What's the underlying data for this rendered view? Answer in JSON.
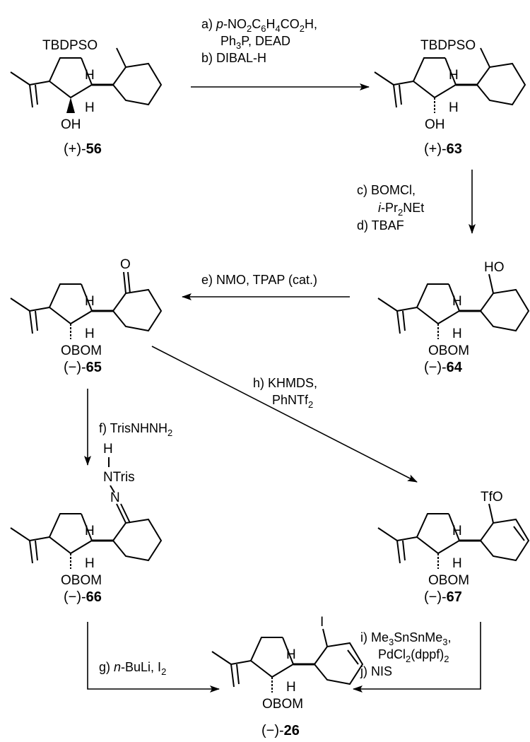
{
  "compounds": [
    {
      "id": "56",
      "prefix": "(+)-",
      "number": "56",
      "top_label": "TBDPSO",
      "lower_label": "OH"
    },
    {
      "id": "63",
      "prefix": "(+)-",
      "number": "63",
      "top_label": "TBDPSO",
      "lower_label": "OH"
    },
    {
      "id": "64",
      "prefix": "(−)-",
      "number": "64",
      "top_label": "HO",
      "lower_label": "OBOM"
    },
    {
      "id": "65",
      "prefix": "(−)-",
      "number": "65",
      "top_label": "O",
      "lower_label": "OBOM"
    },
    {
      "id": "66",
      "prefix": "(−)-",
      "number": "66",
      "top_label": "N",
      "nh_label": "H",
      "tris_label": "NTris",
      "lower_label": "OBOM"
    },
    {
      "id": "67",
      "prefix": "(−)-",
      "number": "67",
      "top_label": "TfO",
      "lower_label": "OBOM"
    },
    {
      "id": "26",
      "prefix": "(−)-",
      "number": "26",
      "top_label": "I",
      "lower_label": "OBOM"
    }
  ],
  "h_label": "H",
  "steps": {
    "a": {
      "letter": "a)",
      "italic": "p",
      "t1": "-NO",
      "s1": "2",
      "t2": "C",
      "s2": "6",
      "t3": "H",
      "s3": "4",
      "t4": "CO",
      "s4": "2",
      "t5": "H,"
    },
    "a2": {
      "t1": "Ph",
      "s1": "3",
      "t2": "P, DEAD"
    },
    "b": {
      "text": "b) DIBAL-H"
    },
    "c": {
      "text": "c)  BOMCl,"
    },
    "c2": {
      "italic": "i",
      "t1": "-Pr",
      "s1": "2",
      "t2": "NEt"
    },
    "d": {
      "text": "d) TBAF"
    },
    "e": {
      "text": "e) NMO, TPAP (cat.)"
    },
    "f": {
      "t1": "f) TrisNHNH",
      "s1": "2"
    },
    "g": {
      "letter": "g) ",
      "italic": "n",
      "t1": "-BuLi, I",
      "s1": "2"
    },
    "h": {
      "text": "h) KHMDS,"
    },
    "h2": {
      "t1": "PhNTf",
      "s1": "2"
    },
    "i": {
      "t1": "i) Me",
      "s1": "3",
      "t2": "SnSnMe",
      "s2": "3",
      "t3": ","
    },
    "i2": {
      "t1": "PdCl",
      "s1": "2",
      "t2": "(dppf)",
      "s2": "2"
    },
    "j": {
      "text": "j) NIS"
    }
  }
}
